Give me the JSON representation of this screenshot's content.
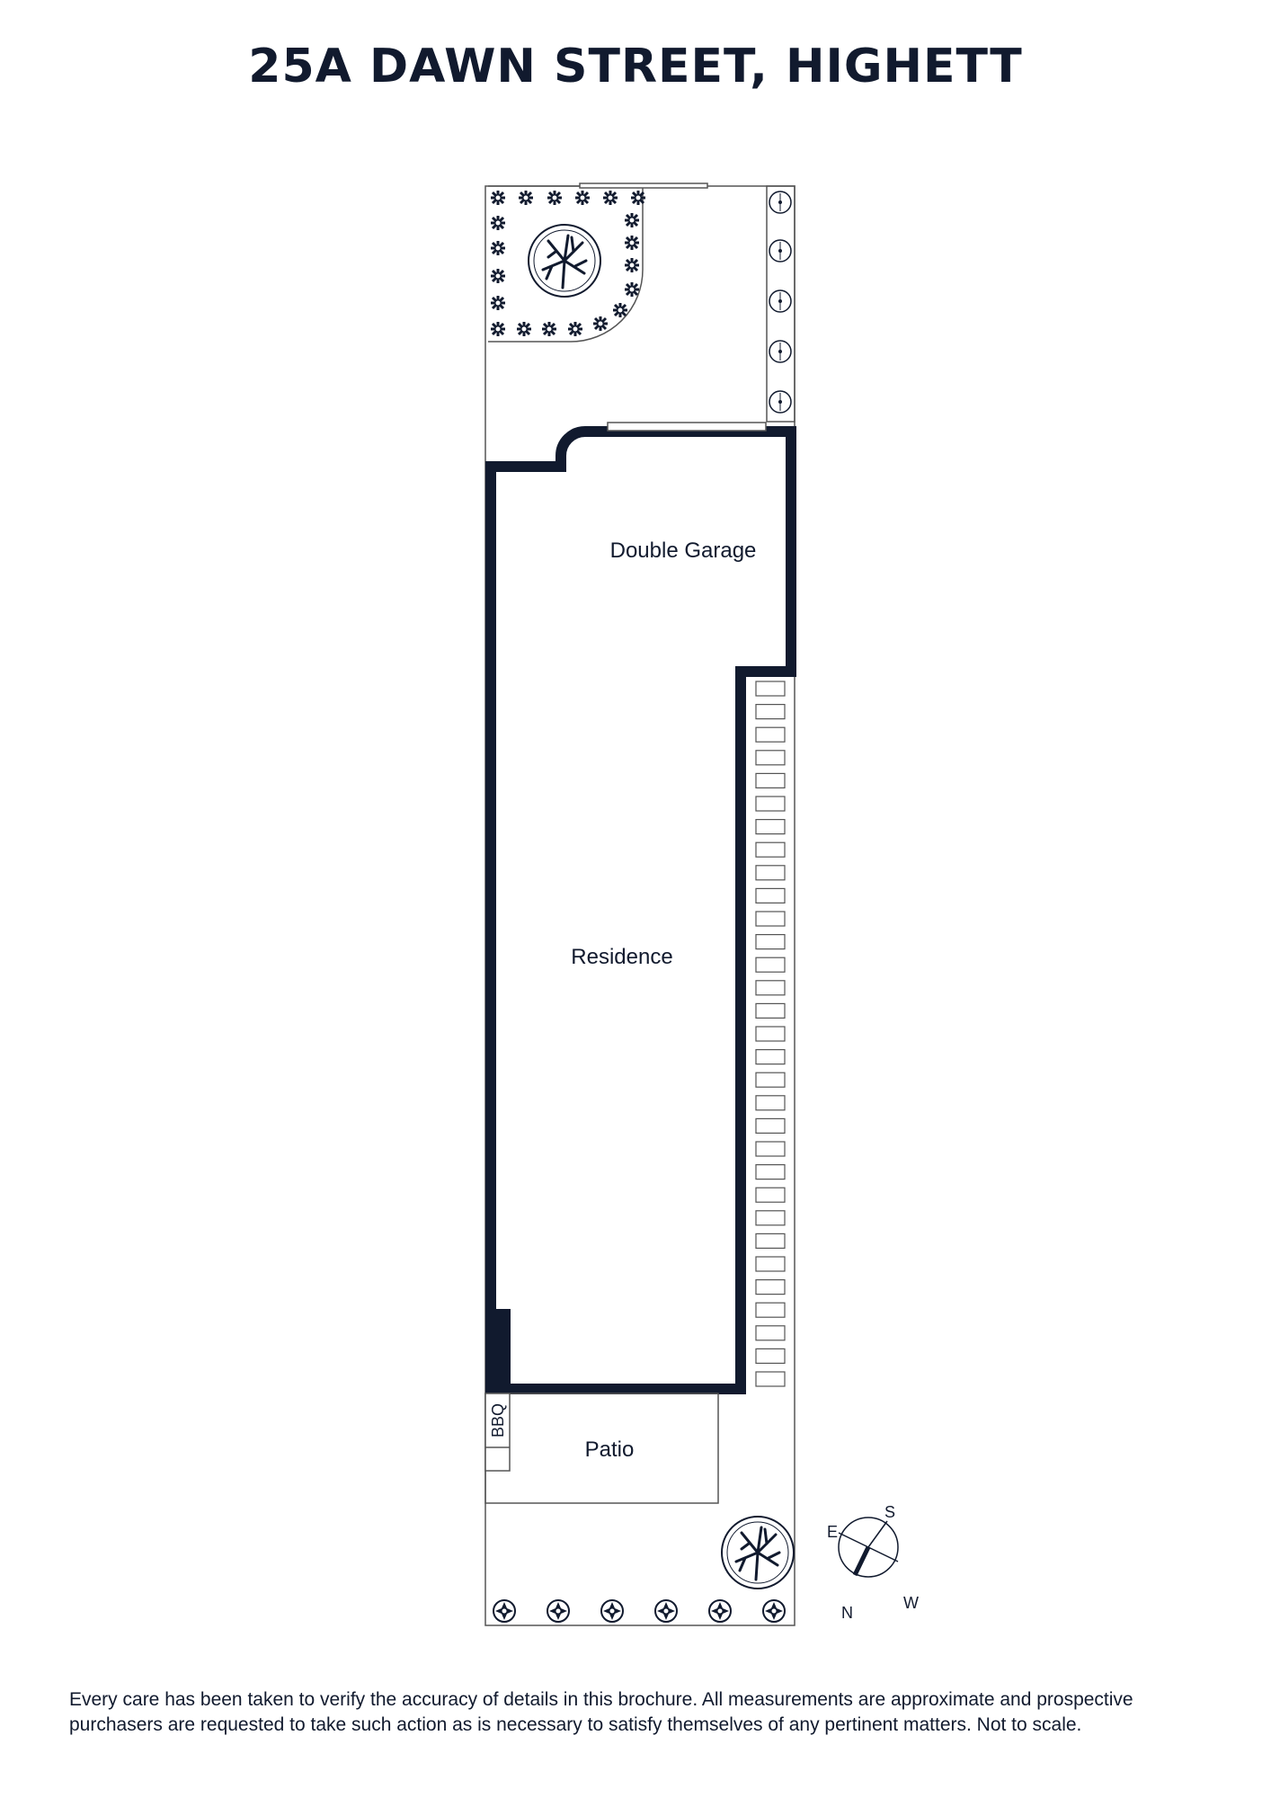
{
  "title": "25A DAWN STREET, HIGHETT",
  "rooms": {
    "garage": "Double Garage",
    "residence": "Residence",
    "patio": "Patio",
    "bbq": "BBQ"
  },
  "compass": {
    "north": "N",
    "south": "S",
    "east": "E",
    "west": "W"
  },
  "disclaimer": "Every care has been taken to verify the accuracy of details in this brochure. All measurements are approximate and prospective purchasers are requested to take such action as is necessary to satisfy themselves of any pertinent matters. Not to scale.",
  "colors": {
    "ink": "#111a2e",
    "line": "#555555"
  },
  "icons": [
    "tree-icon",
    "shrub-icon",
    "flower-icon",
    "compass-icon"
  ]
}
